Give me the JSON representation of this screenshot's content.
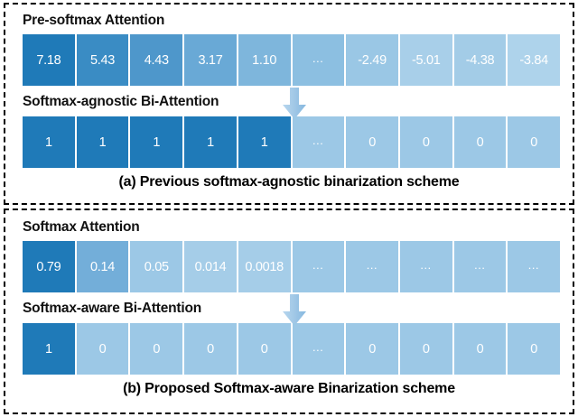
{
  "figure": {
    "background": "#ffffff",
    "border_style": "dashed-black"
  },
  "palette": {
    "dark_blue": "#1f7ab8",
    "blue_1": "#2f85bf",
    "blue_2": "#4e97cb",
    "blue_3": "#68a8d6",
    "blue_4": "#7fb7dd",
    "blue_5": "#8fc0e2",
    "blue_6": "#a0cae7",
    "blue_7": "#aed2ea",
    "blue_8": "#b9d9ee",
    "light_blue": "#9cc8e6",
    "arrow_blue": "#9cc4e4",
    "text_on_cell": "#ffffff",
    "label_text": "#111111"
  },
  "panel_a": {
    "row1": {
      "label": "Pre-softmax Attention",
      "cells": [
        {
          "text": "7.18",
          "color": "#1f7ab8"
        },
        {
          "text": "5.43",
          "color": "#3a8cc4"
        },
        {
          "text": "4.43",
          "color": "#4e97cb"
        },
        {
          "text": "3.17",
          "color": "#69a9d6"
        },
        {
          "text": "1.10",
          "color": "#7eb6dc"
        },
        {
          "text": "…",
          "color": "#8cbfe1"
        },
        {
          "text": "-2.49",
          "color": "#9ac7e5"
        },
        {
          "text": "-5.01",
          "color": "#a8cfe9"
        },
        {
          "text": "-4.38",
          "color": "#a3cce7"
        },
        {
          "text": "-3.84",
          "color": "#aed3eb"
        }
      ]
    },
    "row2": {
      "label": "Softmax-agnostic Bi-Attention",
      "cells": [
        {
          "text": "1",
          "color": "#1f7ab8"
        },
        {
          "text": "1",
          "color": "#1f7ab8"
        },
        {
          "text": "1",
          "color": "#1f7ab8"
        },
        {
          "text": "1",
          "color": "#1f7ab8"
        },
        {
          "text": "1",
          "color": "#1f7ab8"
        },
        {
          "text": "…",
          "color": "#9cc8e6"
        },
        {
          "text": "0",
          "color": "#9cc8e6"
        },
        {
          "text": "0",
          "color": "#9cc8e6"
        },
        {
          "text": "0",
          "color": "#9cc8e6"
        },
        {
          "text": "0",
          "color": "#9cc8e6"
        }
      ]
    },
    "arrow": "down-arrow-icon",
    "caption": "(a) Previous softmax-agnostic binarization scheme"
  },
  "panel_b": {
    "row1": {
      "label": "Softmax Attention",
      "cells": [
        {
          "text": "0.79",
          "color": "#1f7ab8"
        },
        {
          "text": "0.14",
          "color": "#73aed9"
        },
        {
          "text": "0.05",
          "color": "#9cc8e6"
        },
        {
          "text": "0.014",
          "color": "#a5cde8"
        },
        {
          "text": "0.0018",
          "color": "#a5cde8"
        },
        {
          "text": "…",
          "color": "#9cc8e6"
        },
        {
          "text": "…",
          "color": "#9cc8e6"
        },
        {
          "text": "…",
          "color": "#9cc8e6"
        },
        {
          "text": "…",
          "color": "#9cc8e6"
        },
        {
          "text": "…",
          "color": "#9cc8e6"
        }
      ]
    },
    "row2": {
      "label": "Softmax-aware Bi-Attention",
      "cells": [
        {
          "text": "1",
          "color": "#1f7ab8"
        },
        {
          "text": "0",
          "color": "#9cc8e6"
        },
        {
          "text": "0",
          "color": "#9cc8e6"
        },
        {
          "text": "0",
          "color": "#9cc8e6"
        },
        {
          "text": "0",
          "color": "#9cc8e6"
        },
        {
          "text": "…",
          "color": "#9cc8e6"
        },
        {
          "text": "0",
          "color": "#9cc8e6"
        },
        {
          "text": "0",
          "color": "#9cc8e6"
        },
        {
          "text": "0",
          "color": "#9cc8e6"
        },
        {
          "text": "0",
          "color": "#9cc8e6"
        }
      ]
    },
    "arrow": "down-arrow-icon",
    "caption": "(b) Proposed Softmax-aware Binarization scheme"
  }
}
